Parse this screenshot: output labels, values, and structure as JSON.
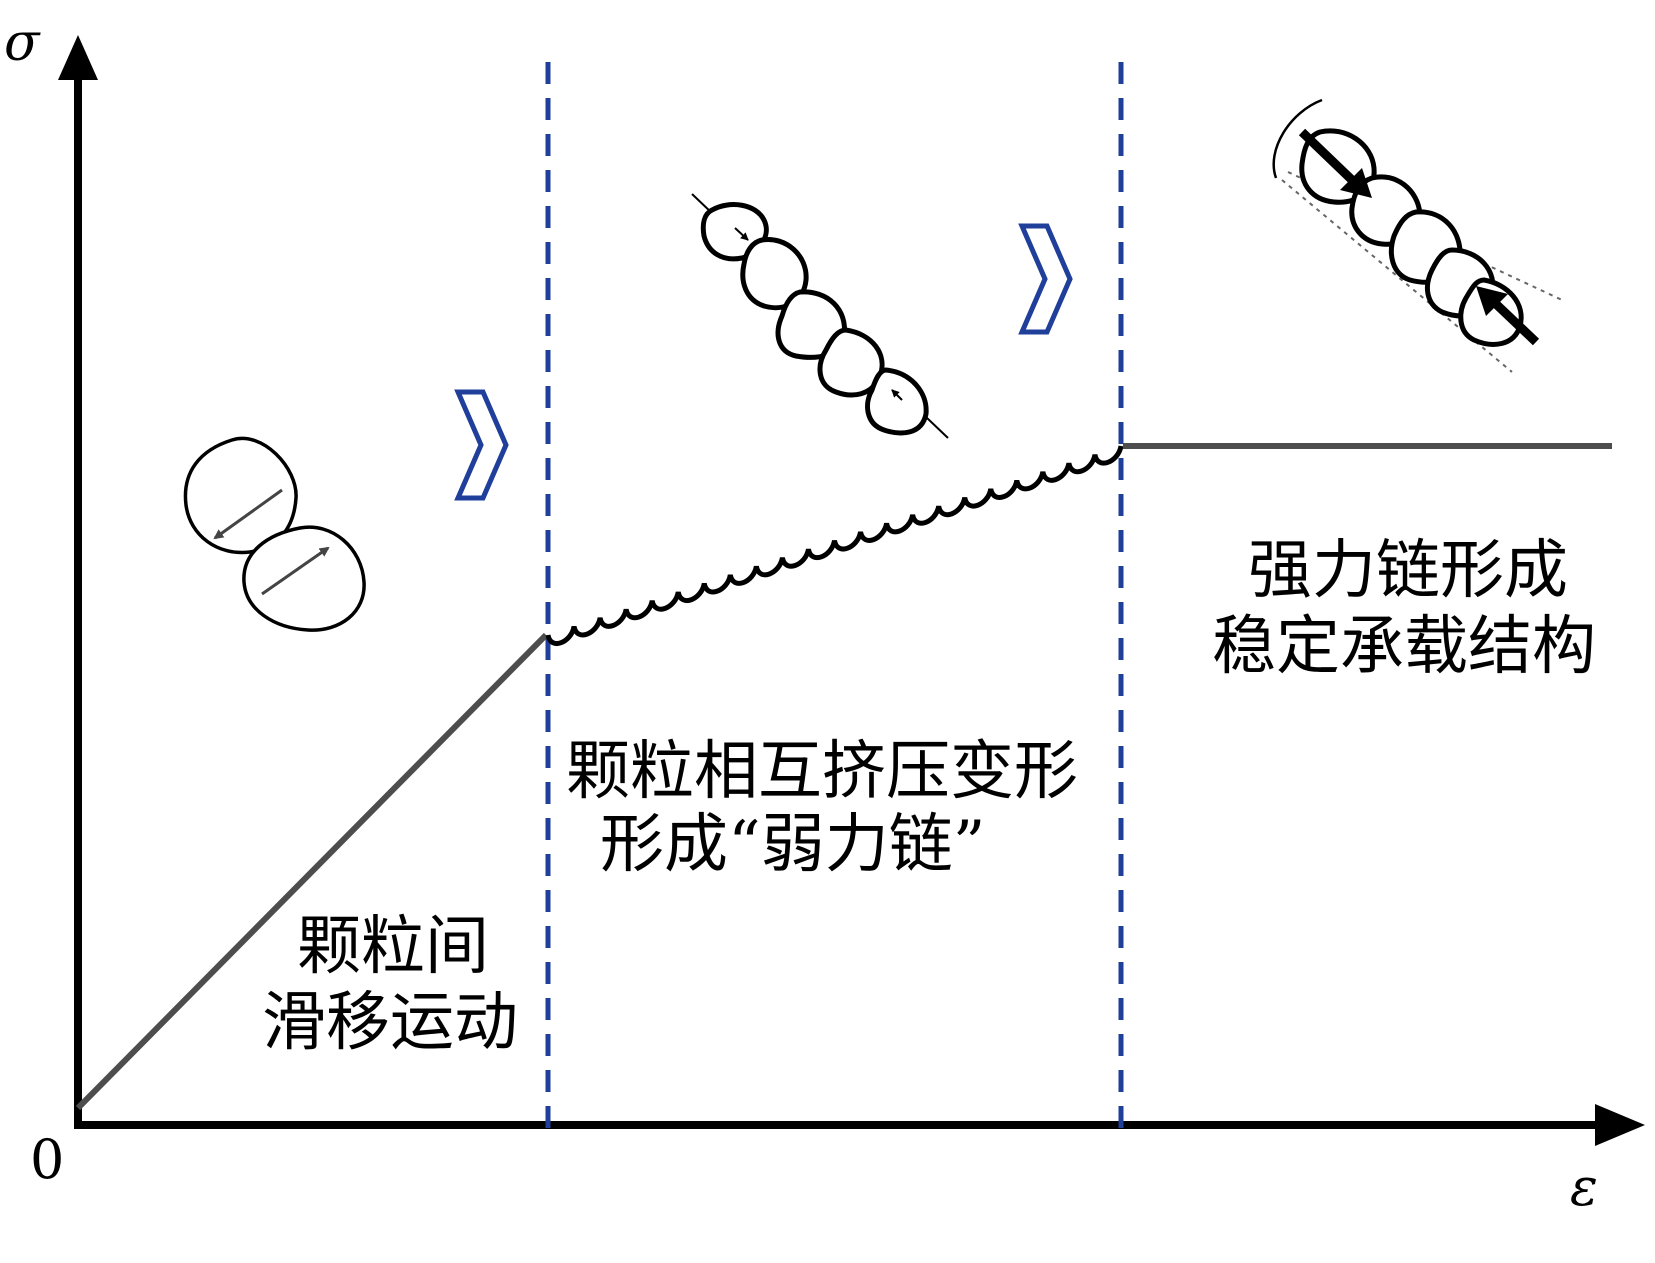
{
  "axes": {
    "y_label": "σ",
    "x_label": "ε",
    "origin_label": "0"
  },
  "stages": [
    {
      "line1": "颗粒间",
      "line2": "滑移运动"
    },
    {
      "line1": "颗粒相互挤压变形",
      "line2": "形成“弱力链”"
    },
    {
      "line1": "强力链形成",
      "line2": "稳定承载结构"
    }
  ],
  "colors": {
    "axis": "#000000",
    "curve": "#4d4d4d",
    "divider": "#1f3f9b",
    "chevron": "#1f3f9b"
  }
}
